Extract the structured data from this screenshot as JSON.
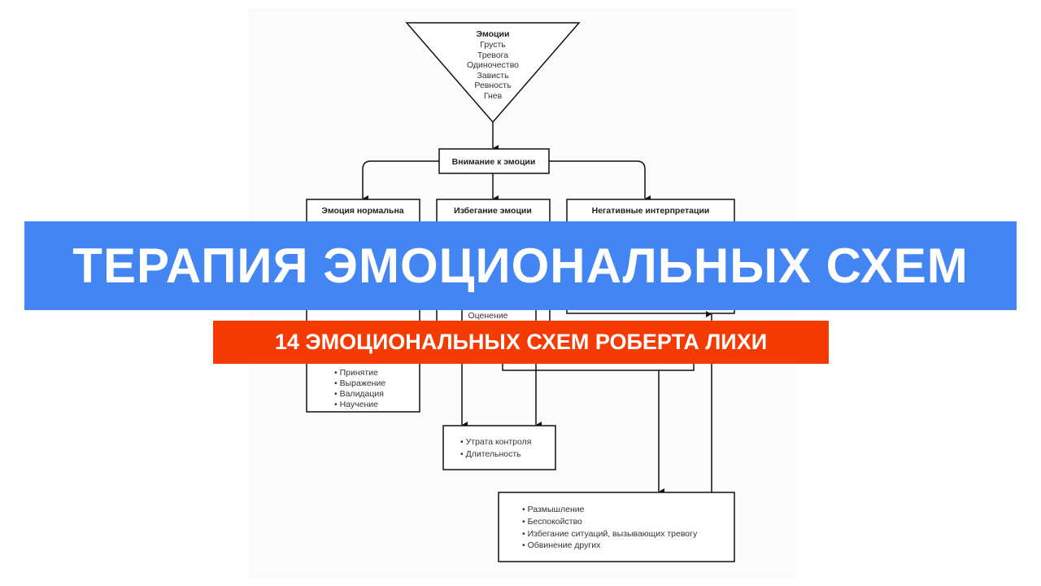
{
  "diagram": {
    "emotions": {
      "title": "Эмоции",
      "items": [
        "Грусть",
        "Тревога",
        "Одиночество",
        "Зависть",
        "Ревность",
        "Гнев"
      ]
    },
    "attention": "Внимание к эмоции",
    "normal": {
      "title": "Эмоция нормальна",
      "items": [
        "• Принятие",
        "• Выражение",
        "• Валидация",
        "• Научение"
      ]
    },
    "avoidance": {
      "title": "Избегание эмоции",
      "partial": "Оценение"
    },
    "negative": {
      "title": "Негативные интерпретации"
    },
    "loss": {
      "items": [
        "• Утрата контроля",
        "• Длительность"
      ]
    },
    "strategies": {
      "items": [
        "• Размышление",
        "• Беспокойство",
        "• Избегание ситуаций, вызывающих тревогу",
        "• Обвинение других"
      ]
    }
  },
  "banners": {
    "title": "ТЕРАПИЯ ЭМОЦИОНАЛЬНЫХ СХЕМ",
    "subtitle": "14 ЭМОЦИОНАЛЬНЫХ СХЕМ РОБЕРТА ЛИХИ"
  },
  "colors": {
    "title_bg": "#4385f3",
    "subtitle_bg": "#f53a02"
  }
}
